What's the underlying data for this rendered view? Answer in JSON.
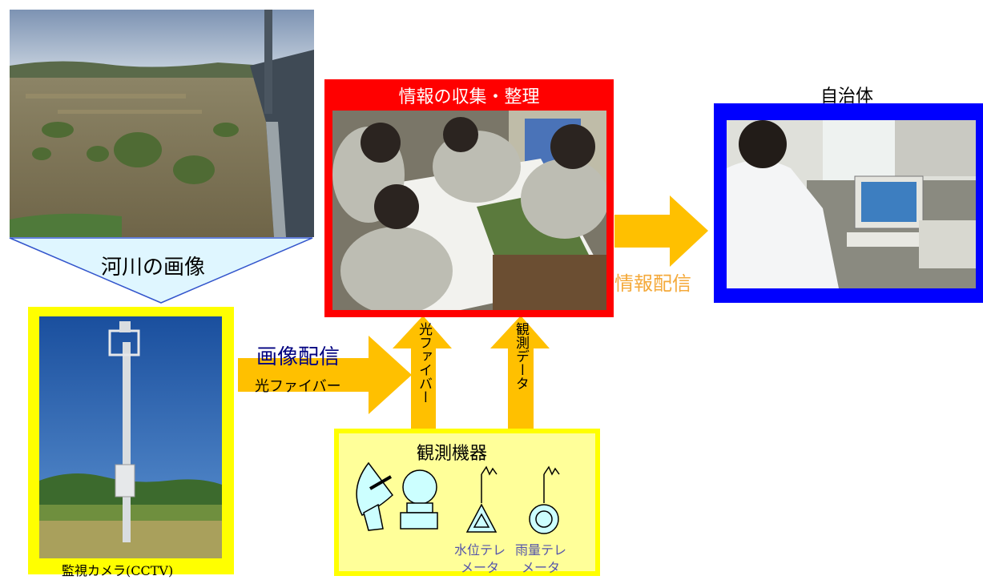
{
  "river_image_label": "河川の画像",
  "camera_caption": "監視カメラ(CCTV)",
  "image_delivery_label": "画像配信",
  "fiber_label_horizontal": "光ファイバー",
  "fiber_label_vertical": "光ファイバー",
  "observation_data_label": "観測データ",
  "observation_equipment_title": "観測機器",
  "water_level_telemeter_label": "水位テレメータ",
  "rain_gauge_telemeter_label": "雨量テレメータ",
  "info_center_title": "情報の収集・整理",
  "info_delivery_label": "情報配信",
  "municipality_title": "自治体",
  "colors": {
    "yellow_frame": "#ffff00",
    "yellow_fill": "#ffff99",
    "red_frame": "#ff0000",
    "blue_frame": "#0000ff",
    "arrow_fill": "#ffc000",
    "callout_fill": "#dff6ff",
    "callout_stroke": "#3355cc",
    "equipment_fill": "#ccffff",
    "telemeter_text": "#5555aa",
    "delivery_text": "#f4a93a"
  },
  "icons": [
    "satellite-dish-icon",
    "radar-dome-icon",
    "water-level-telemeter-icon",
    "rain-gauge-telemeter-icon"
  ]
}
